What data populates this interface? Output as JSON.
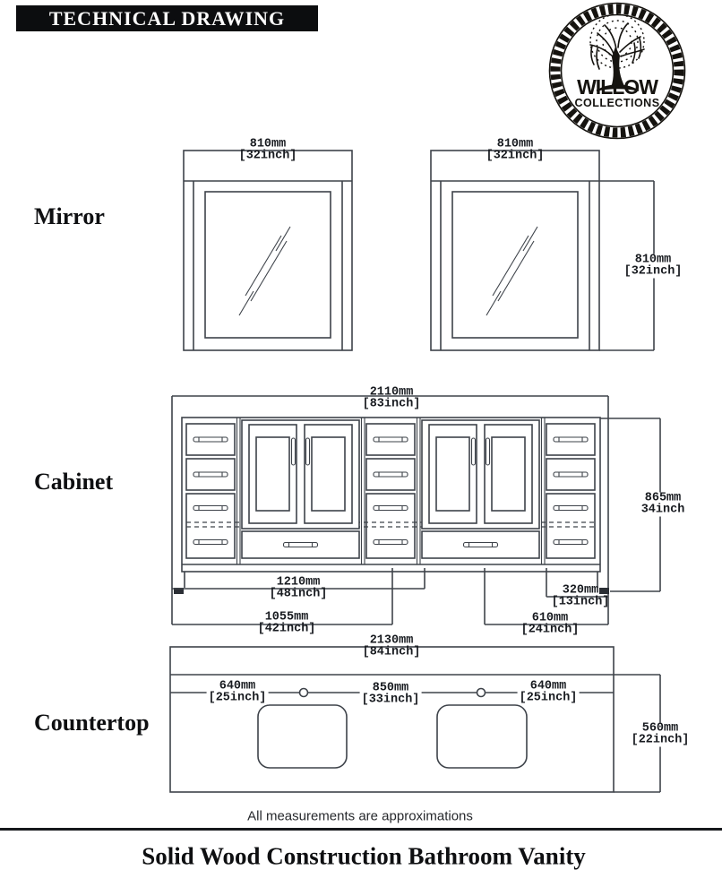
{
  "header": {
    "title": "TECHNICAL DRAWING"
  },
  "logo": {
    "brand": "WILLOW",
    "brand_sub": "COLLECTIONS",
    "icon": "willow-tree-icon"
  },
  "section_labels": {
    "mirror": "Mirror",
    "cabinet": "Cabinet",
    "countertop": "Countertop"
  },
  "dims": {
    "mirror_width": {
      "mm": "810mm",
      "inch": "[32inch]"
    },
    "mirror_height": {
      "mm": "810mm",
      "inch": "[32inch]"
    },
    "cabinet_width": {
      "mm": "2110mm",
      "inch": "[83inch]"
    },
    "cabinet_height": {
      "mm": "865mm",
      "inch": "34inch"
    },
    "cabinet_span_1210": {
      "mm": "1210mm",
      "inch": "[48inch]"
    },
    "cabinet_span_1055": {
      "mm": "1055mm",
      "inch": "[42inch]"
    },
    "cabinet_span_320": {
      "mm": "320mm",
      "inch": "[13inch]"
    },
    "cabinet_span_610": {
      "mm": "610mm",
      "inch": "[24inch]"
    },
    "countertop_width": {
      "mm": "2130mm",
      "inch": "[84inch]"
    },
    "countertop_left": {
      "mm": "640mm",
      "inch": "[25inch]"
    },
    "countertop_center": {
      "mm": "850mm",
      "inch": "[33inch]"
    },
    "countertop_right": {
      "mm": "640mm",
      "inch": "[25inch]"
    },
    "countertop_depth": {
      "mm": "560mm",
      "inch": "[22inch]"
    }
  },
  "footer": {
    "note": "All measurements are approximations",
    "title": "Solid Wood Construction Bathroom Vanity"
  },
  "colors": {
    "line": "#3e434a",
    "ink": "#16181c"
  }
}
